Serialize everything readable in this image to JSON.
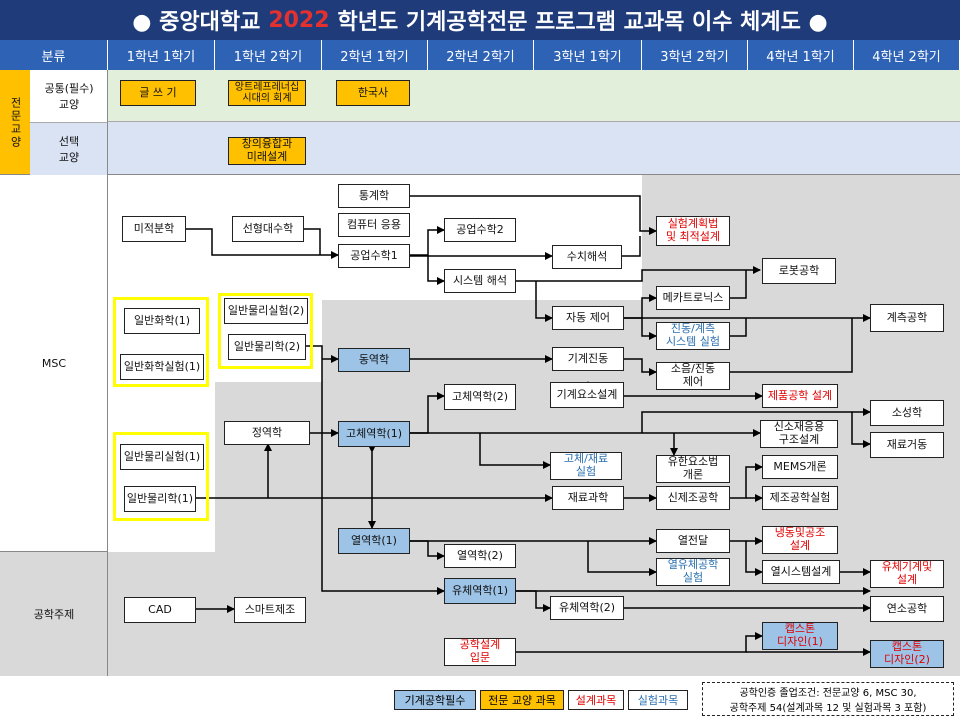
{
  "title": {
    "prefix": "● 중앙대학교 ",
    "year": "2022",
    "suffix": "학년도 기계공학전문 프로그램 교과목 이수 체계도 ●"
  },
  "header": {
    "category": "분류",
    "semesters": [
      "1학년 1학기",
      "1학년 2학기",
      "2학년 1학기",
      "2학년 2학기",
      "3학년 1학기",
      "3학년 2학기",
      "4학년 1학기",
      "4학년 2학기"
    ]
  },
  "rows": {
    "major_liberal": "전문교양",
    "common": "공통(필수)\n교양",
    "elective": "선택\n교양",
    "msc": "MSC",
    "engineering": "공학주제"
  },
  "courses": {
    "writing": "글 쓰 기",
    "leadership": "앙트레프레너십\n시대의 회계",
    "korean_history": "한국사",
    "creative": "창의융합과\n미래설계",
    "statistics": "통계학",
    "computing": "컴퓨터 응용",
    "calculus": "미적분학",
    "linear_algebra": "선형대수학",
    "eng_math1": "공업수학1",
    "eng_math2": "공업수학2",
    "numerical": "수치해석",
    "exp_design": "실험계획법\n및 최적설계",
    "system_analysis": "시스템 해석",
    "robotics": "로봇공학",
    "mechatronics": "메카트로닉스",
    "auto_control": "자동 제어",
    "measurement": "계측공학",
    "vibration_lab": "진동/계측\n시스템 실험",
    "gen_chem": "일반화학(1)",
    "gen_chem_lab": "일반화학실험(1)",
    "gen_phys_lab2": "일반물리실험(2)",
    "gen_phys2": "일반물리학(2)",
    "dynamics": "동역학",
    "mech_vibration": "기계진동",
    "noise_vibration": "소음/진동\n제어",
    "solid_mech2": "고체역학(2)",
    "machine_design": "기계요소설계",
    "product_design": "제품공학 설계",
    "plasticity": "소성학",
    "statics": "정역학",
    "solid_mech1": "고체역학(1)",
    "structural_design": "신소재응용\n구조설계",
    "material_behavior": "재료거동",
    "solid_lab": "고체/재료\n실험",
    "fem": "유한요소법\n개론",
    "mems": "MEMS개론",
    "gen_phys_lab1": "일반물리실험(1)",
    "gen_phys1": "일반물리학(1)",
    "materials": "재료과학",
    "manufacturing": "신제조공학",
    "manufacturing_lab": "제조공학실험",
    "thermo1": "열역학(1)",
    "heat_transfer": "열전달",
    "refrigeration": "냉동및공조\n설계",
    "thermo2": "열역학(2)",
    "thermofluid_lab": "열유체공학\n실험",
    "thermal_system": "열시스템설계",
    "fluid_design": "유체기계및\n설계",
    "fluid1": "유체역학(1)",
    "fluid2": "유체역학(2)",
    "combustion": "연소공학",
    "cad": "CAD",
    "smart_mfg": "스마트제조",
    "eng_design_intro": "공학설계\n입문",
    "capstone1": "캡스톤\n디자인(1)",
    "capstone2": "캡스톤\n디자인(2)"
  },
  "legend": {
    "required": "기계공학필수",
    "liberal": "전문 교양 과목",
    "design": "설계과목",
    "lab": "실험과목",
    "note": "공학인증 졸업조건: 전문교양 6, MSC 30,\n공학주제 54(설계과목 12 및 실험과목 3 포함)"
  },
  "colors": {
    "title_bg": "#1f3b7a",
    "header_bg": "#2e62b5",
    "required_fill": "#9dc3e6",
    "liberal_fill": "#ffc000",
    "design_text": "#e00000",
    "lab_text": "#2a6fb0",
    "highlight_border": "#ffff00"
  }
}
